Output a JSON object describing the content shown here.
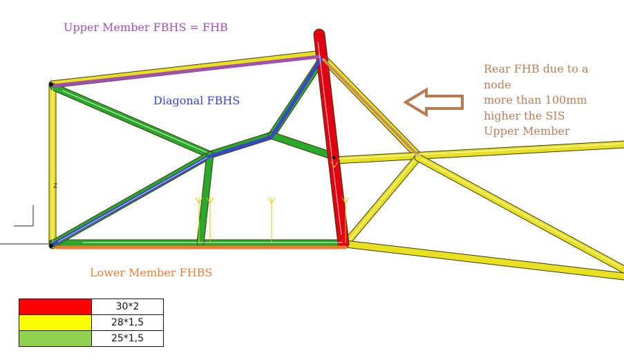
{
  "colors": {
    "upper_label": "#a050b0",
    "diagonal_label": "#3a45c8",
    "lower_label": "#e8803a",
    "rear_label": "#b8805a",
    "arrow": "#b87850",
    "tube_red": "#e00010",
    "tube_yellow": "#e8e020",
    "tube_green": "#2aa82a",
    "highlight_blue": "#3a45c8",
    "highlight_purple": "#a050b0",
    "highlight_orange": "#f07a30",
    "highlight_brown": "#c4905c"
  },
  "labels": {
    "upper_member": "Upper Member FBHS = FHB",
    "diagonal": "Diagonal FBHS",
    "lower_member": "Lower Member FHBS",
    "rear_fhb_lines": [
      "Rear FHB due to a",
      "node",
      "more than 100mm",
      "higher the SIS",
      "Upper Member"
    ]
  },
  "axis_mark": "Z",
  "legend": [
    {
      "color": "#ff0000",
      "label": "30*2"
    },
    {
      "color": "#ffff00",
      "label": "28*1,5"
    },
    {
      "color": "#92d050",
      "label": "25*1,5"
    }
  ]
}
